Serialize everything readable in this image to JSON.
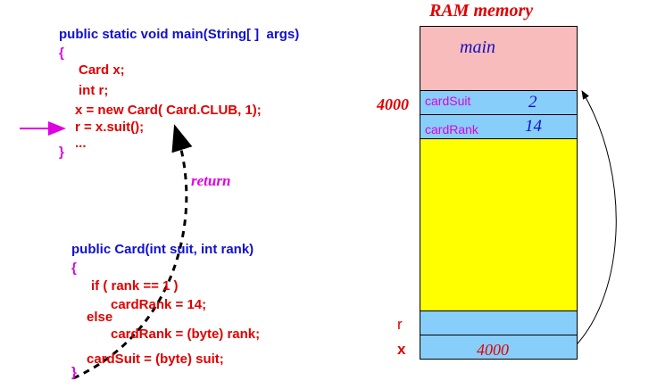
{
  "title": "RAM memory",
  "colors": {
    "main_block": "#f9bcbc",
    "field_block": "#87cefa",
    "heap_block": "#ffff00",
    "code_blue": "#1010d0",
    "brace_magenta": "#e000e0",
    "code_red": "#e00000"
  },
  "main_code": {
    "signature": "public static void main(String[ ]  args)",
    "open_brace": "{",
    "line1": "Card x;",
    "line2": "int r;",
    "line3": "x = new Card( Card.CLUB, 1);",
    "line4": "r = x.suit();",
    "line5": "...",
    "close_brace": "}"
  },
  "constructor_code": {
    "signature": "public Card(int suit, int rank)",
    "open_brace": "{",
    "line1": "if ( rank == 1 )",
    "line2": "cardRank = 14;",
    "line3": "else",
    "line4": "cardRank = (byte) rank;",
    "line5": "cardSuit = (byte) suit;",
    "close_brace": "}"
  },
  "return_label": "return",
  "memory": {
    "main_label": "main",
    "address_label": "4000",
    "card_suit_label": "cardSuit",
    "card_suit_value": "2",
    "card_rank_label": "cardRank",
    "card_rank_value": "14",
    "r_label": "r",
    "x_label": "x",
    "x_value": "4000"
  }
}
